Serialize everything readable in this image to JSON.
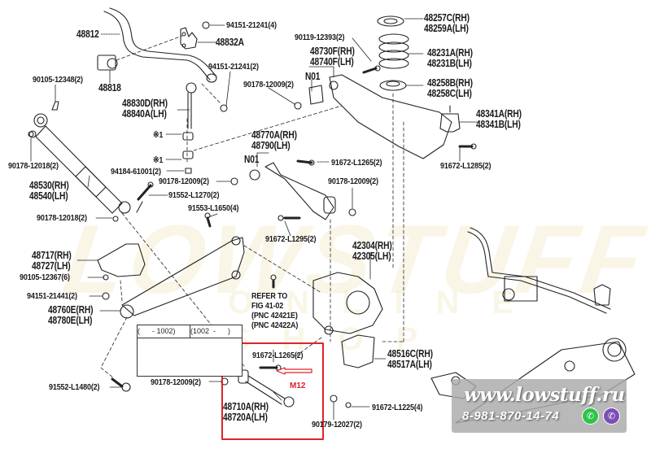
{
  "watermark": {
    "brand_main": "LOWSTUFF",
    "brand_sub": "ONLINE SHOP"
  },
  "contact": {
    "website": "www.lowstuff.ru",
    "phone": "8-981-870-14-74",
    "whatsapp_icon": "whatsapp-icon",
    "viber_icon": "viber-icon"
  },
  "highlight": {
    "color": "#e0232a",
    "note": "M12"
  },
  "reference_note": {
    "line1": "REFER TO",
    "line2": "FIG 41-02",
    "line3": "(PNC 42421E)",
    "line4": "(PNC 42422A)"
  },
  "variant_table": {
    "col1": "(      - 1002)",
    "col2": "(1002  -      )"
  },
  "labels": {
    "p48812": "48812",
    "p94151_21241_4": "94151-21241(4)",
    "p48832A": "48832A",
    "p48818": "48818",
    "p94151_21241_2": "94151-21241(2)",
    "p90105_12348": "90105-12348(2)",
    "p90119_12393": "90119-12393(2)",
    "p48730F": "48730F(RH)",
    "p48740F": "48740F(LH)",
    "n01_a": "N01",
    "p90178_12009_a": "90178-12009(2)",
    "p48830D": "48830D(RH)",
    "p48840A": "48840A(LH)",
    "p48257C": "48257C(RH)",
    "p48259A": "48259A(LH)",
    "p48231A": "48231A(RH)",
    "p48231B": "48231B(LH)",
    "p48258B": "48258B(RH)",
    "p48258C": "48258C(LH)",
    "p48341A": "48341A(RH)",
    "p48341B": "48341B(LH)",
    "p91672_L1285": "91672-L1285(2)",
    "star1_a": "※1",
    "star1_b": "※1",
    "p90178_12018_a": "90178-12018(2)",
    "p94184_61001": "94184-61001(2)",
    "p90178_12009_b": "90178-12009(2)",
    "p48530": "48530(RH)",
    "p48540": "48540(LH)",
    "p91552_L1270": "91552-L1270(2)",
    "p48770A": "48770A(RH)",
    "p48790": "48790(LH)",
    "n01_b": "N01",
    "p91672_L1265_a": "91672-L1265(2)",
    "p90178_12009_c": "90178-12009(2)",
    "p90178_12018_b": "90178-12018(2)",
    "p91553_L1650": "91553-L1650(4)",
    "p91672_L1295": "91672-L1295(2)",
    "p48717": "48717(RH)",
    "p48727": "48727(LH)",
    "p90105_12367": "90105-12367(6)",
    "p42304": "42304(RH)",
    "p42305": "42305(LH)",
    "p94151_21441": "94151-21441(2)",
    "p48760E": "48760E(RH)",
    "p48780E": "48780E(LH)",
    "p91672_L1265_b": "91672-L1265(2)",
    "p48516C": "48516C(RH)",
    "p48517A": "48517A(LH)",
    "p91552_L1480": "91552-L1480(2)",
    "p90178_12009_d": "90178-12009(2)",
    "p48710A": "48710A(RH)",
    "p48720A": "48720A(LH)",
    "p91672_L1225": "91672-L1225(4)",
    "p90179_12027": "90179-12027(2)"
  }
}
